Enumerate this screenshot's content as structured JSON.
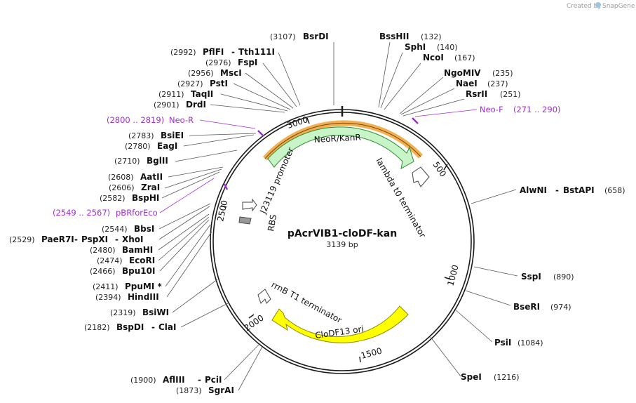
{
  "credit": {
    "prefix": "Created by",
    "brand": "SnapGene"
  },
  "plasmid": {
    "name": "pAcrVIB1-cloDF-kan",
    "length_label": "3139 bp"
  },
  "ruler": [
    "500",
    "1000",
    "1500",
    "2000",
    "2500",
    "3000"
  ],
  "features": [
    {
      "name": "NeoR/KanR",
      "color": "#c8f5c8",
      "stroke": "#2e8b2e"
    },
    {
      "name": "CloDF13 ori",
      "color": "#ffff00",
      "stroke": "#888800"
    },
    {
      "name": "lambda t0 terminator"
    },
    {
      "name": "rrnB T1 terminator"
    },
    {
      "name": "J23119 promoter"
    },
    {
      "name": "RBS"
    }
  ],
  "sites_left": [
    {
      "pos": "(3107)",
      "name": "BsrDI"
    },
    {
      "pos": "(2992)",
      "name": "PflFI",
      "alt": "Tth111I"
    },
    {
      "pos": "(2976)",
      "name": "FspI"
    },
    {
      "pos": "(2956)",
      "name": "MscI"
    },
    {
      "pos": "(2927)",
      "name": "PstI"
    },
    {
      "pos": "(2911)",
      "name": "TaqII"
    },
    {
      "pos": "(2901)",
      "name": "DrdI"
    },
    {
      "pos": "(2783)",
      "name": "BsiEI"
    },
    {
      "pos": "(2780)",
      "name": "EagI"
    },
    {
      "pos": "(2710)",
      "name": "BglII"
    },
    {
      "pos": "(2608)",
      "name": "AatII"
    },
    {
      "pos": "(2606)",
      "name": "ZraI"
    },
    {
      "pos": "(2582)",
      "name": "BspHI"
    },
    {
      "pos": "(2544)",
      "name": "BbsI"
    },
    {
      "pos": "(2529)",
      "name": "PaeR7I",
      "alt": "PspXI",
      "alt2": "XhoI"
    },
    {
      "pos": "(2480)",
      "name": "BamHI"
    },
    {
      "pos": "(2474)",
      "name": "EcoRI"
    },
    {
      "pos": "(2466)",
      "name": "Bpu10I"
    },
    {
      "pos": "(2411)",
      "name": "PpuMI *"
    },
    {
      "pos": "(2394)",
      "name": "HindIII"
    },
    {
      "pos": "(2319)",
      "name": "BsiWI"
    },
    {
      "pos": "(2182)",
      "name": "BspDI",
      "alt": "ClaI"
    },
    {
      "pos": "(1900)",
      "name": "AflIII",
      "alt": "PciI"
    },
    {
      "pos": "(1873)",
      "name": "SgrAI"
    }
  ],
  "sites_right": [
    {
      "name": "BssHII",
      "pos": "(132)"
    },
    {
      "name": "SphI",
      "pos": "(140)"
    },
    {
      "name": "NcoI",
      "pos": "(167)"
    },
    {
      "name": "NgoMIV",
      "pos": "(235)"
    },
    {
      "name": "NaeI",
      "pos": "(237)"
    },
    {
      "name": "RsrII",
      "pos": "(251)"
    },
    {
      "name": "AlwNI",
      "alt": "BstAPI",
      "pos": "(658)"
    },
    {
      "name": "SspI",
      "pos": "(890)"
    },
    {
      "name": "BseRI",
      "pos": "(974)"
    },
    {
      "name": "PsiI",
      "pos": "(1084)"
    },
    {
      "name": "SpeI",
      "pos": "(1216)"
    }
  ],
  "primers": [
    {
      "range": "(2800 .. 2819)",
      "name": "Neo-R",
      "color": "#a02cd8"
    },
    {
      "name": "Neo-F",
      "range": "(271 .. 290)",
      "color": "#a02cd8"
    },
    {
      "range": "(2549 .. 2567)",
      "name": "pBRforEco",
      "color": "#a02cd8"
    }
  ]
}
